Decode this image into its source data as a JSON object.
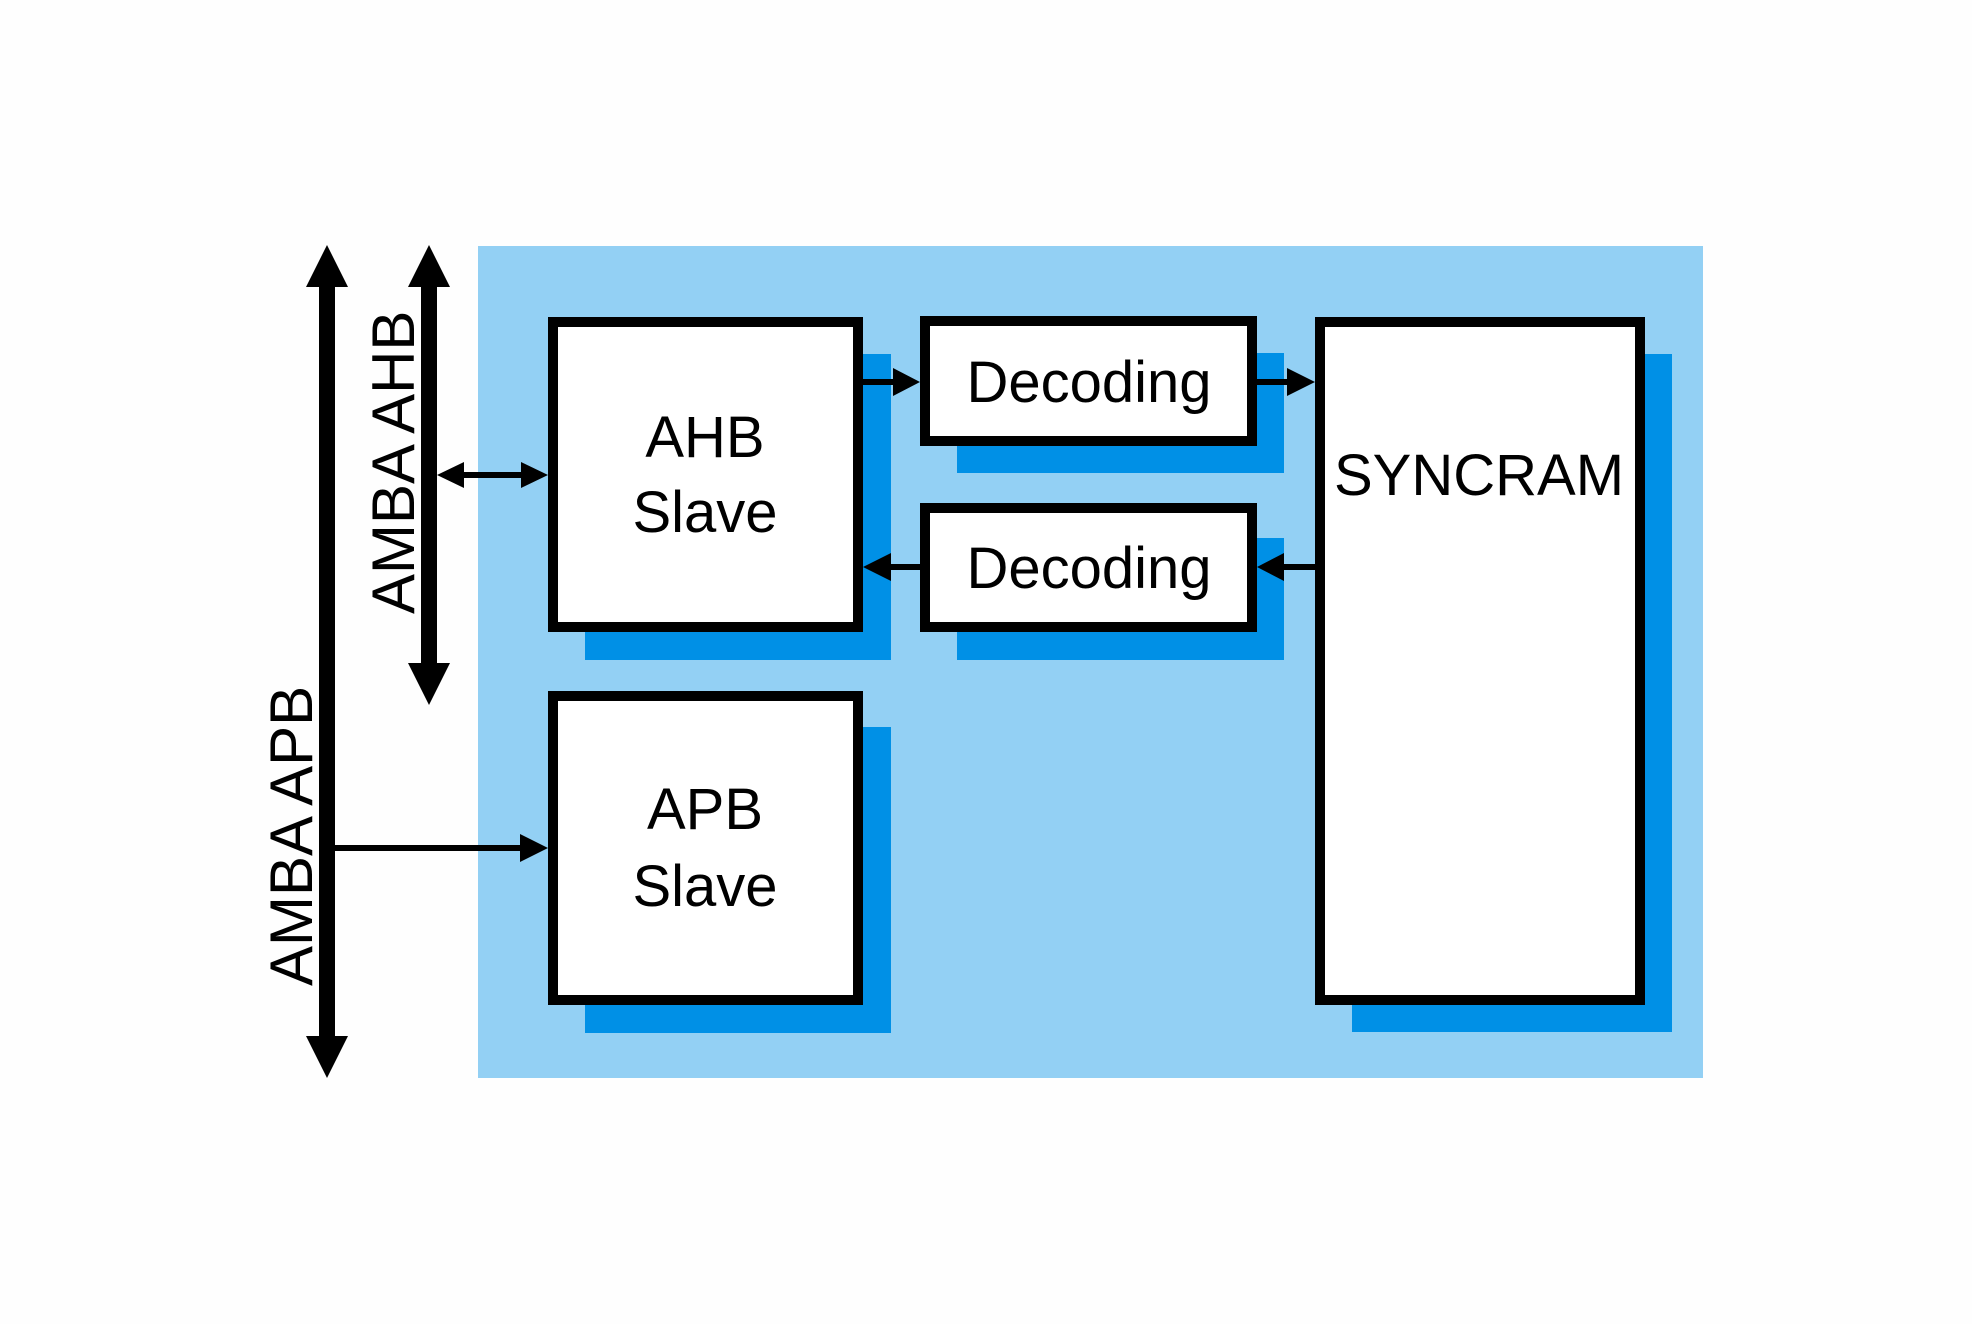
{
  "diagram": {
    "type": "block-diagram",
    "colors": {
      "background": "#fefefe",
      "panel": "#93d0f4",
      "shadow": "#0090e6",
      "stroke": "#000000",
      "box_fill": "#ffffff"
    },
    "buses": [
      {
        "id": "amba-apb",
        "label": "AMBA APB",
        "direction": "bidirectional"
      },
      {
        "id": "amba-ahb",
        "label": "AMBA AHB",
        "direction": "bidirectional"
      }
    ],
    "blocks": {
      "ahb_slave": {
        "line1": "AHB",
        "line2": "Slave"
      },
      "apb_slave": {
        "line1": "APB",
        "line2": "Slave"
      },
      "decoding_write": {
        "label": "Decoding"
      },
      "decoding_read": {
        "label": "Decoding"
      },
      "syncram": {
        "label": "SYNCRAM"
      }
    },
    "connections": [
      {
        "from": "AMBA AHB",
        "to": "AHB Slave",
        "type": "bidirectional"
      },
      {
        "from": "AMBA APB",
        "to": "APB Slave",
        "type": "unidirectional"
      },
      {
        "from": "AHB Slave",
        "to": "Decoding (top)",
        "type": "unidirectional"
      },
      {
        "from": "Decoding (top)",
        "to": "SYNCRAM",
        "type": "unidirectional"
      },
      {
        "from": "SYNCRAM",
        "to": "Decoding (bottom)",
        "type": "unidirectional"
      },
      {
        "from": "Decoding (bottom)",
        "to": "AHB Slave",
        "type": "unidirectional"
      }
    ]
  }
}
